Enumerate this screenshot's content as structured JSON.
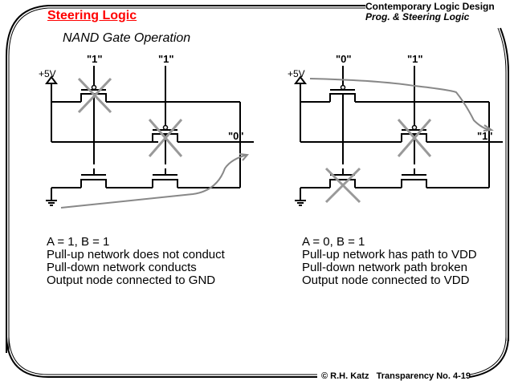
{
  "header": {
    "course_title": "Contemporary  Logic Design",
    "chapter": "Prog. & Steering Logic"
  },
  "slide": {
    "title": "Steering Logic",
    "subtitle": "NAND Gate Operation"
  },
  "circuits": [
    {
      "supply_label": "+5V",
      "input_a_label": "\"1\"",
      "input_b_label": "\"1\"",
      "output_label": "\"0\"",
      "crossed_transistors": [
        "pull-up-A",
        "pull-up-B"
      ],
      "current_path": "output to GND",
      "description": [
        "A = 1, B = 1",
        "Pull-up network does not conduct",
        "Pull-down network conducts",
        "Output node connected to GND"
      ]
    },
    {
      "supply_label": "+5V",
      "input_a_label": "\"0\"",
      "input_b_label": "\"1\"",
      "output_label": "\"1\"",
      "crossed_transistors": [
        "pull-up-B",
        "pull-down-A"
      ],
      "current_path": "VDD to output",
      "description": [
        "A = 0, B = 1",
        "Pull-up network has path to VDD",
        "Pull-down network path broken",
        "Output node connected to VDD"
      ]
    }
  ],
  "footer": {
    "copyright": "© R.H. Katz",
    "transparency": "Transparency No. 4-19"
  },
  "colors": {
    "title": "#ff0000",
    "wire": "#000000",
    "cross": "#999999",
    "path_arrow": "#888888"
  }
}
